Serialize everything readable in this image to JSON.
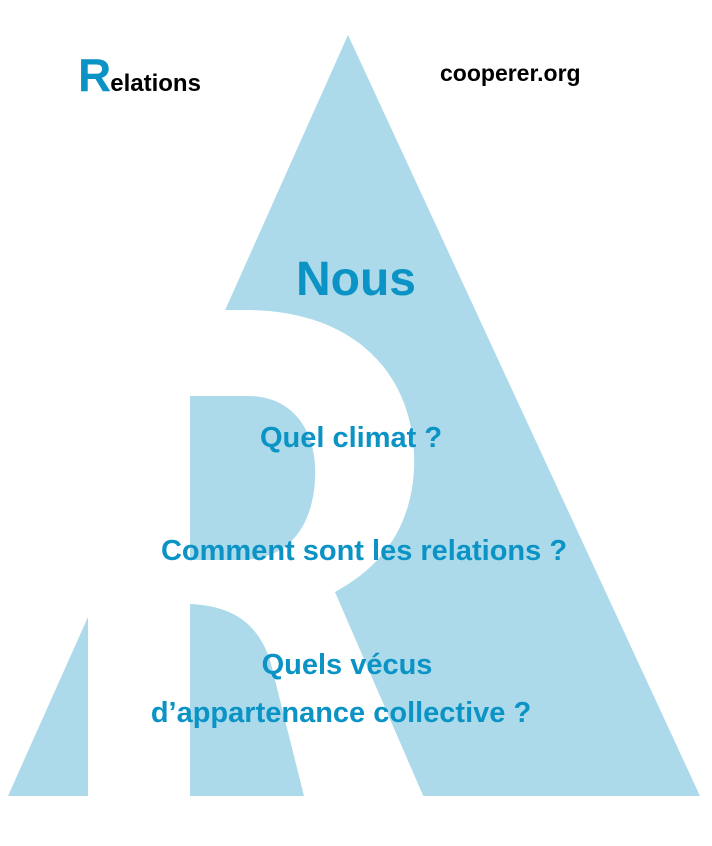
{
  "header": {
    "brand_initial": "R",
    "brand_rest": "elations",
    "site": "cooperer.org"
  },
  "main": {
    "title": "Nous",
    "questions": [
      "Quel climat ?",
      "Comment sont les relations ?",
      "Quels vécus",
      "d’appartenance collective ?"
    ]
  },
  "colors": {
    "accent": "#0a93c4",
    "shape": "#acdaea"
  }
}
